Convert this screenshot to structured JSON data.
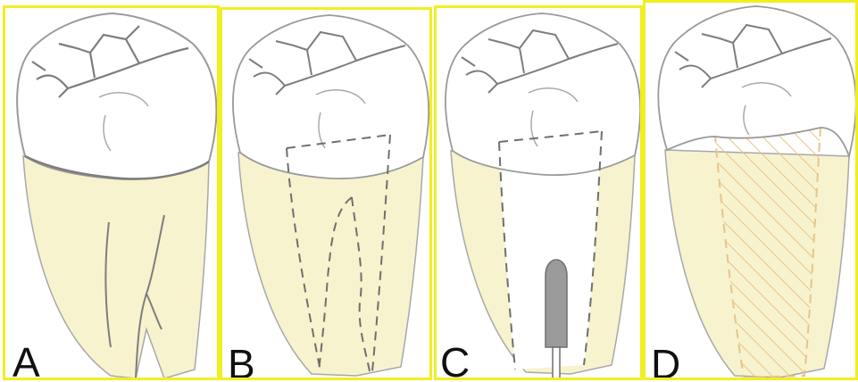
{
  "panels": [
    {
      "label": "A"
    },
    {
      "label": "B"
    },
    {
      "label": "C"
    },
    {
      "label": "D"
    }
  ],
  "colors": {
    "frame": "#f2ee22",
    "root": "#f7f3cf",
    "outline": "#9a9a9a",
    "groove": "#7d7d7d",
    "dashed": "#6f6f6f",
    "bur": "#9b9b9b",
    "hatch": "#e8c48a"
  }
}
